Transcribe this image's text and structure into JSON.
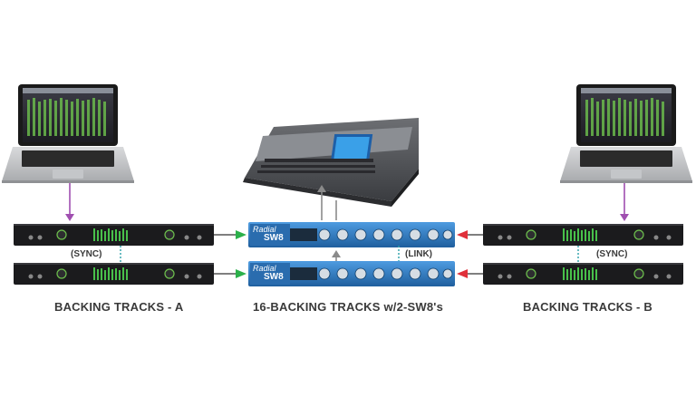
{
  "labels": {
    "left_caption": "BACKING TRACKS - A",
    "center_caption": "16-BACKING TRACKS w/2-SW8's",
    "right_caption": "BACKING TRACKS - B",
    "sync_left": "(SYNC)",
    "link": "(LINK)",
    "sync_right": "(SYNC)"
  },
  "device_text": {
    "switcher_brand": "Radial",
    "switcher_model": "SW8"
  },
  "colors": {
    "laptop_link": "#a04fb0",
    "arrow_left_in": "#2bb04a",
    "arrow_right_in": "#e0303a",
    "sync_dots": "#2aa0a8",
    "mixer_arrow": "#8a8a8a",
    "switcher_blue": "#2f7fc6"
  }
}
